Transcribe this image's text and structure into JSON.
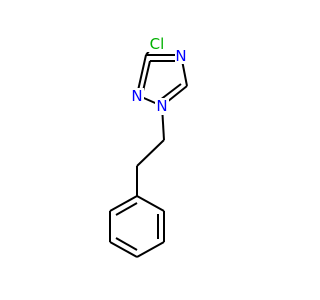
{
  "molecule": {
    "atoms": {
      "cl": {
        "label": "Cl",
        "color": "#00b000"
      },
      "n4": {
        "label": "N",
        "color": "#0000ff"
      },
      "n2": {
        "label": "N",
        "color": "#0000ff"
      },
      "n1": {
        "label": "N",
        "color": "#0000ff"
      }
    }
  }
}
